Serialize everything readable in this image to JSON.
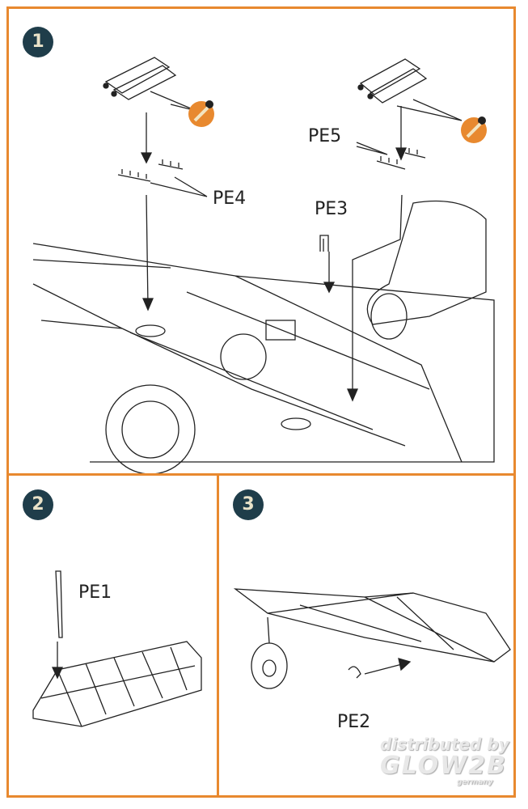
{
  "steps": [
    {
      "number": "1",
      "labels": [
        "PE4",
        "PE5",
        "PE3"
      ]
    },
    {
      "number": "2",
      "labels": [
        "PE1"
      ]
    },
    {
      "number": "3",
      "labels": [
        "PE2"
      ]
    }
  ],
  "watermark": {
    "line1": "distributed by",
    "line2": "GLOW2B",
    "line3": "germany"
  },
  "colors": {
    "border": "#e8892f",
    "badge": "#1f3d4a",
    "remove_icon": "#e8892f"
  }
}
